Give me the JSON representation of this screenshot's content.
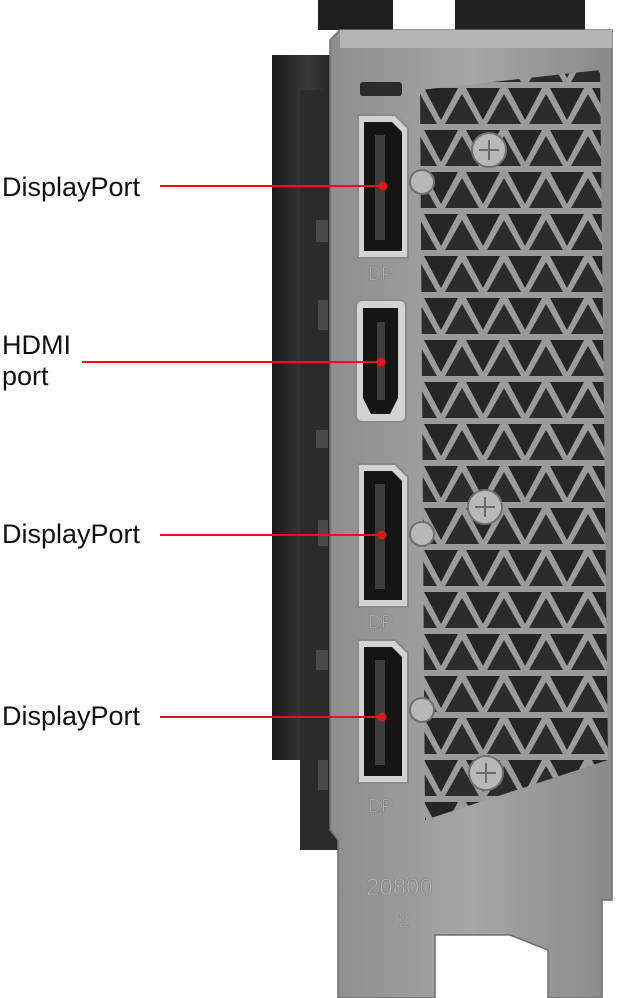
{
  "callouts": [
    {
      "label": "DisplayPort"
    },
    {
      "label": "HDMI\nport"
    },
    {
      "label": "DisplayPort"
    },
    {
      "label": "DisplayPort"
    }
  ],
  "bracket_text": {
    "dp_mark_1": "DP",
    "dp_mark_2": "DP",
    "dp_mark_3": "DP",
    "model_code": "20800",
    "model_sub": "2"
  },
  "colors": {
    "leader_line": "#e0161b",
    "bracket_metal": "#9a9a9a",
    "port_frame": "#cfcfcf",
    "text": "#111111"
  }
}
